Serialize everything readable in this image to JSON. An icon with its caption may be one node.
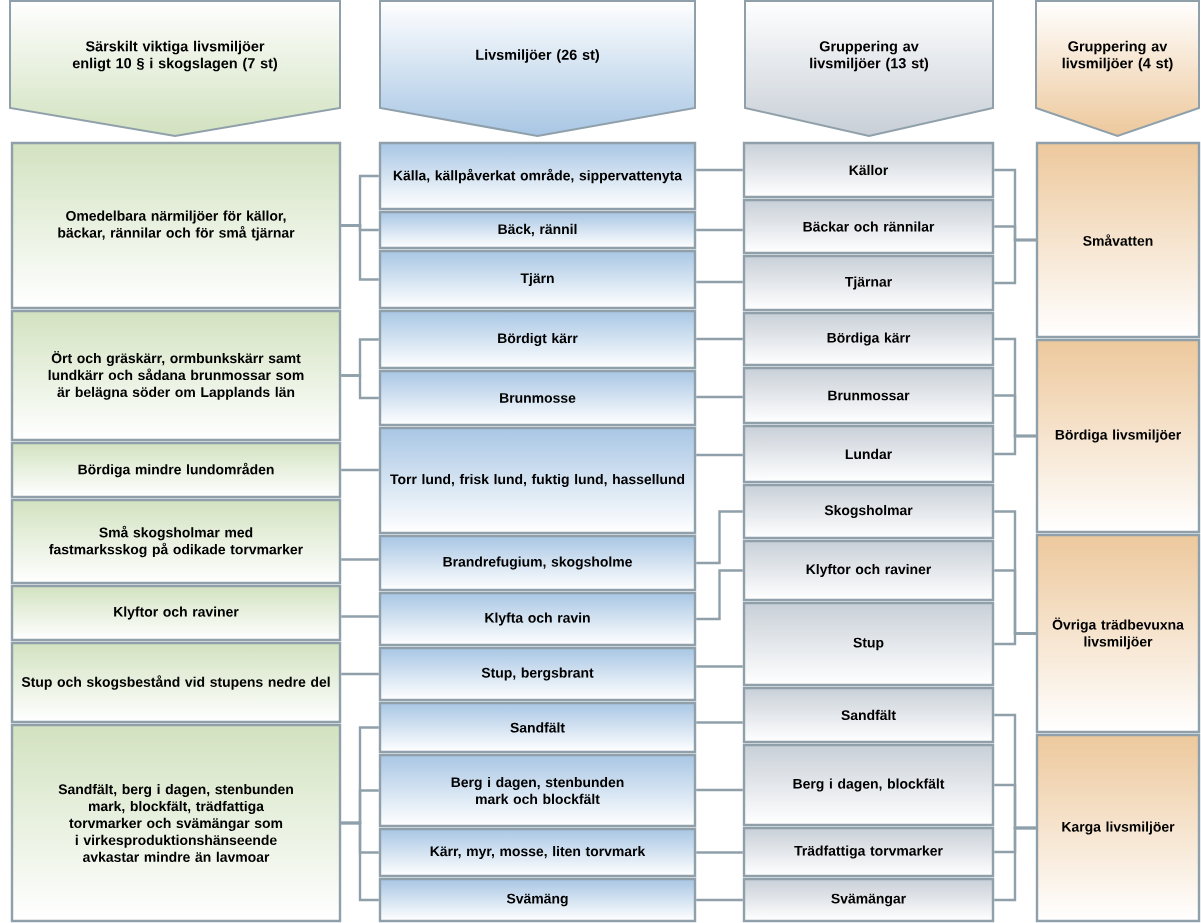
{
  "diagram": {
    "nodes": [
      {
        "text": [
          "Särskilt viktiga livsmiljöer enligt 10 § i skogslagen (7 st)"
        ]
      },
      {
        "text": [
          "Livsmiljöer (26 st)"
        ]
      },
      {
        "text": [
          "Gruppering av livsmiljöer (13 st)"
        ]
      },
      {
        "text": [
          "Gruppering av livsmiljöer (4 st)"
        ]
      },
      {
        "text": [
          "Omedelbara närmiljöer för källor, bäckar, rännilar och för små tjärnar"
        ]
      },
      {
        "text": [
          "Ört och gräskärr, ormbunkskärr samt lundkärr och sådana brunmossar som är belägna söder om Lapplands län"
        ]
      },
      {
        "text": [
          "Bördiga mindre lundområden"
        ]
      },
      {
        "text": [
          "Små skogsholmar med fastmarksskog på odikade torvmarker"
        ]
      },
      {
        "text": [
          "Klyftor och raviner"
        ]
      },
      {
        "text": [
          "Stup och skogsbestånd vid stupens nedre del"
        ]
      },
      {
        "text": [
          "Sandfält, berg i dagen, stenbunden mark, blockfält, trädfattiga torvmarker och svämängar som i virkesproduktionshänseende avkastar mindre än lavmoar"
        ]
      },
      {
        "text": [
          "Källa, källpåverkat område, sippervattenyta"
        ]
      },
      {
        "text": [
          "Bäck, rännil"
        ]
      },
      {
        "text": [
          "Tjärn"
        ]
      },
      {
        "text": [
          "Bördigt kärr"
        ]
      },
      {
        "text": [
          "Brunmosse"
        ]
      },
      {
        "text": [
          "Torr lund, frisk lund, fuktig lund, hassellund"
        ]
      },
      {
        "text": [
          "Brandrefugium, skogsholme"
        ]
      },
      {
        "text": [
          "Klyfta och ravin"
        ]
      },
      {
        "text": [
          "Stup, bergsbrant"
        ]
      },
      {
        "text": [
          "Sandfält"
        ]
      },
      {
        "text": [
          "Berg i dagen, stenbunden mark och blockfält"
        ]
      },
      {
        "text": [
          "Kärr, myr, mosse, liten torvmark"
        ]
      },
      {
        "text": [
          "Svämäng"
        ]
      },
      {
        "text": [
          "Källor"
        ]
      },
      {
        "text": [
          "Bäckar och rännilar"
        ]
      },
      {
        "text": [
          "Tjärnar"
        ]
      },
      {
        "text": [
          "Bördiga kärr"
        ]
      },
      {
        "text": [
          "Brunmossar"
        ]
      },
      {
        "text": [
          "Lundar"
        ]
      },
      {
        "text": [
          "Skogsholmar"
        ]
      },
      {
        "text": [
          "Klyftor och raviner"
        ]
      },
      {
        "text": [
          "Stup"
        ]
      },
      {
        "text": [
          "Sandfält"
        ]
      },
      {
        "text": [
          "Berg i dagen, blockfält"
        ]
      },
      {
        "text": [
          "Trädfattiga torvmarker"
        ]
      },
      {
        "text": [
          "Svämängar"
        ]
      },
      {
        "text": [
          "Småvatten"
        ]
      },
      {
        "text": [
          "Bördiga livsmiljöer"
        ]
      },
      {
        "text": [
          "Övriga trädbevuxna livsmiljöer"
        ]
      },
      {
        "text": [
          "Karga livsmiljöer"
        ]
      }
    ],
    "edges": [
      {
        "from": 4,
        "to": 11,
        "arrow": "none"
      },
      {
        "from": 4,
        "to": 12,
        "arrow": "none"
      },
      {
        "from": 4,
        "to": 13,
        "arrow": "none"
      },
      {
        "from": 5,
        "to": 14,
        "arrow": "none"
      },
      {
        "from": 5,
        "to": 15,
        "arrow": "none"
      },
      {
        "from": 6,
        "to": 16,
        "arrow": "none"
      },
      {
        "from": 7,
        "to": 17,
        "arrow": "none"
      },
      {
        "from": 8,
        "to": 18,
        "arrow": "none"
      },
      {
        "from": 9,
        "to": 19,
        "arrow": "none"
      },
      {
        "from": 10,
        "to": 20,
        "arrow": "none"
      },
      {
        "from": 10,
        "to": 21,
        "arrow": "none"
      },
      {
        "from": 10,
        "to": 22,
        "arrow": "none"
      },
      {
        "from": 10,
        "to": 23,
        "arrow": "none"
      },
      {
        "from": 11,
        "to": 24,
        "arrow": "none"
      },
      {
        "from": 12,
        "to": 25,
        "arrow": "none"
      },
      {
        "from": 13,
        "to": 26,
        "arrow": "none"
      },
      {
        "from": 14,
        "to": 27,
        "arrow": "none"
      },
      {
        "from": 15,
        "to": 28,
        "arrow": "none"
      },
      {
        "from": 16,
        "to": 29,
        "arrow": "none"
      },
      {
        "from": 17,
        "to": 30,
        "arrow": "none"
      },
      {
        "from": 18,
        "to": 31,
        "arrow": "none"
      },
      {
        "from": 19,
        "to": 32,
        "arrow": "none"
      },
      {
        "from": 20,
        "to": 33,
        "arrow": "none"
      },
      {
        "from": 21,
        "to": 34,
        "arrow": "none"
      },
      {
        "from": 22,
        "to": 35,
        "arrow": "none"
      },
      {
        "from": 23,
        "to": 36,
        "arrow": "none"
      },
      {
        "from": 24,
        "to": 37,
        "arrow": "none"
      },
      {
        "from": 25,
        "to": 37,
        "arrow": "none"
      },
      {
        "from": 26,
        "to": 37,
        "arrow": "none"
      },
      {
        "from": 27,
        "to": 38,
        "arrow": "none"
      },
      {
        "from": 28,
        "to": 38,
        "arrow": "none"
      },
      {
        "from": 29,
        "to": 38,
        "arrow": "none"
      },
      {
        "from": 30,
        "to": 39,
        "arrow": "none"
      },
      {
        "from": 31,
        "to": 39,
        "arrow": "none"
      },
      {
        "from": 32,
        "to": 39,
        "arrow": "none"
      },
      {
        "from": 33,
        "to": 40,
        "arrow": "none"
      },
      {
        "from": 34,
        "to": 40,
        "arrow": "none"
      },
      {
        "from": 35,
        "to": 40,
        "arrow": "none"
      },
      {
        "from": 36,
        "to": 40,
        "arrow": "none"
      }
    ]
  }
}
